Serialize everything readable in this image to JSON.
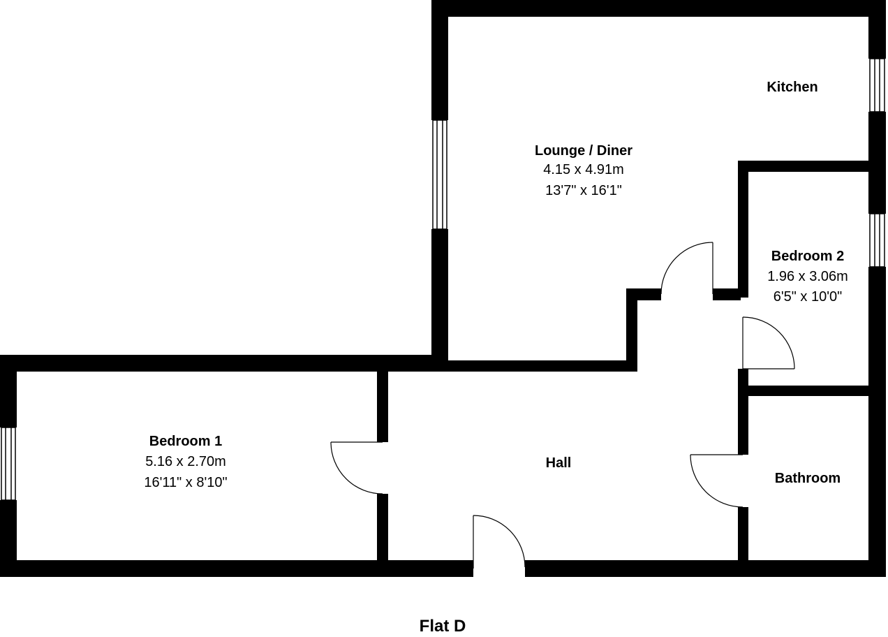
{
  "plan": {
    "title": "Flat D",
    "wall_color": "#000000",
    "background_color": "#ffffff",
    "rooms": [
      {
        "id": "lounge",
        "name": "Lounge / Diner",
        "metric": "4.15 x 4.91m",
        "imperial": "13'7\" x 16'1\""
      },
      {
        "id": "kitchen",
        "name": "Kitchen"
      },
      {
        "id": "bedroom2",
        "name": "Bedroom 2",
        "metric": "1.96 x 3.06m",
        "imperial": "6'5\" x 10'0\""
      },
      {
        "id": "bedroom1",
        "name": "Bedroom 1",
        "metric": "5.16 x 2.70m",
        "imperial": "16'11\" x 8'10\""
      },
      {
        "id": "hall",
        "name": "Hall"
      },
      {
        "id": "bathroom",
        "name": "Bathroom"
      }
    ]
  }
}
